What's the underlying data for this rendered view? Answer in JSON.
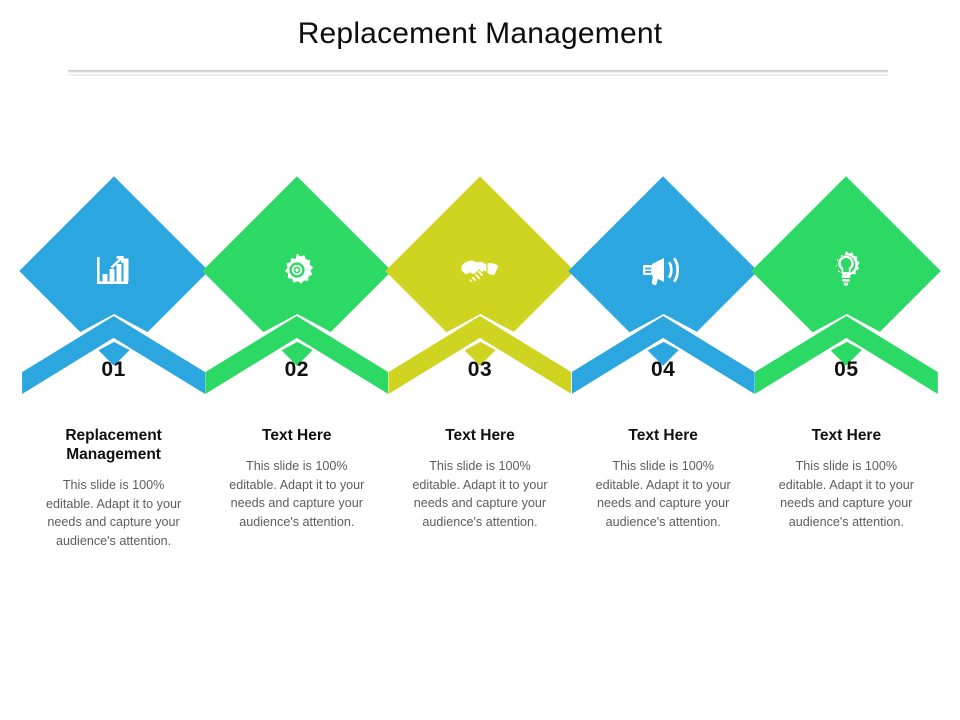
{
  "slide": {
    "title": "Replacement Management"
  },
  "colors": {
    "blue": "#2CA6DE",
    "green": "#2BD964",
    "yellow": "#CFD420",
    "title_text": "#0d0d0d",
    "heading_text": "#101010",
    "body_text": "#5d5d5d",
    "background": "#ffffff"
  },
  "items": [
    {
      "number": "01",
      "icon": "bar-chart-growth-icon",
      "color": "#2CA6DE",
      "heading": "Replacement Management",
      "body": "This slide is 100% editable. Adapt it to your needs and capture your audience's attention."
    },
    {
      "number": "02",
      "icon": "gear-icon",
      "color": "#2BD964",
      "heading": "Text Here",
      "body": "This slide is 100% editable. Adapt it to your needs and capture your audience's attention."
    },
    {
      "number": "03",
      "icon": "handshake-icon",
      "color": "#CFD420",
      "heading": "Text Here",
      "body": "This slide is 100% editable. Adapt it to your needs and capture your audience's attention."
    },
    {
      "number": "04",
      "icon": "megaphone-icon",
      "color": "#2CA6DE",
      "heading": "Text Here",
      "body": "This slide is 100% editable. Adapt it to your needs and capture your audience's attention."
    },
    {
      "number": "05",
      "icon": "lightbulb-gear-icon",
      "color": "#2BD964",
      "heading": "Text Here",
      "body": "This slide is 100% editable. Adapt it to your needs and capture your audience's attention."
    }
  ]
}
